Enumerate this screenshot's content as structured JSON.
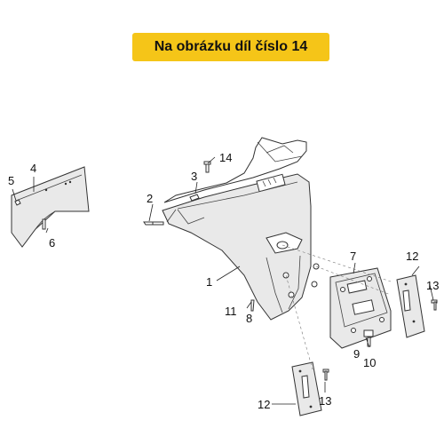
{
  "banner": {
    "text": "Na obrázku díl číslo 14",
    "color": "#f5c518"
  },
  "callouts": {
    "c1": "1",
    "c2": "2",
    "c3": "3",
    "c4": "4",
    "c5": "5",
    "c6": "6",
    "c7": "7",
    "c8": "8",
    "c9": "9",
    "c10": "10",
    "c11": "11",
    "c12a": "12",
    "c12b": "12",
    "c13a": "13",
    "c13b": "13",
    "c14": "14"
  }
}
